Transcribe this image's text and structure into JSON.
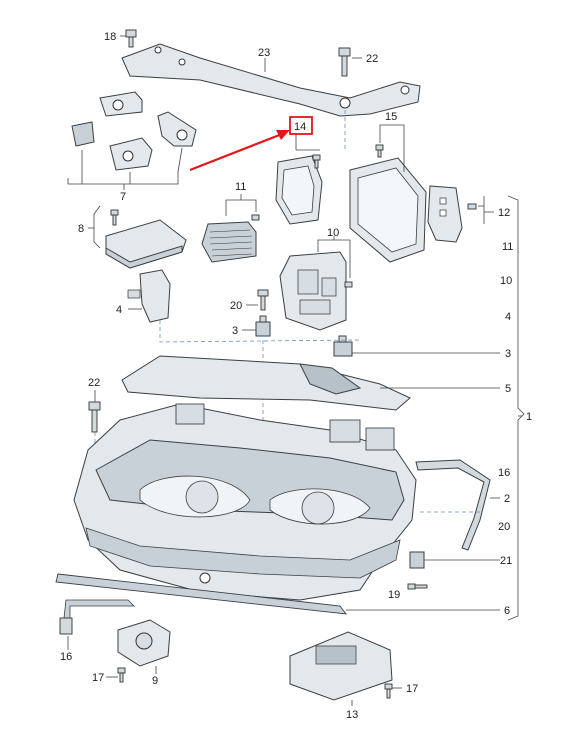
{
  "callouts": {
    "c18": "18",
    "c23": "23",
    "c22top": "22",
    "c14": "14",
    "c15": "15",
    "c7": "7",
    "c11": "11",
    "c10": "10",
    "c8": "8",
    "c12": "12",
    "c11r": "11",
    "c10r": "10",
    "c4r": "4",
    "c3r": "3",
    "c5": "5",
    "c1": "1",
    "c20": "20",
    "c3": "3",
    "c4": "4",
    "c22": "22",
    "c16r": "16",
    "c2": "2",
    "c20r": "20",
    "c21": "21",
    "c19": "19",
    "c6": "6",
    "c16": "16",
    "c17l": "17",
    "c9": "9",
    "c13": "13",
    "c17r": "17"
  },
  "colors": {
    "highlight": "#e3161b",
    "line": "#3a3f44",
    "leader": "#444444",
    "dashed": "#6d8fb3"
  }
}
